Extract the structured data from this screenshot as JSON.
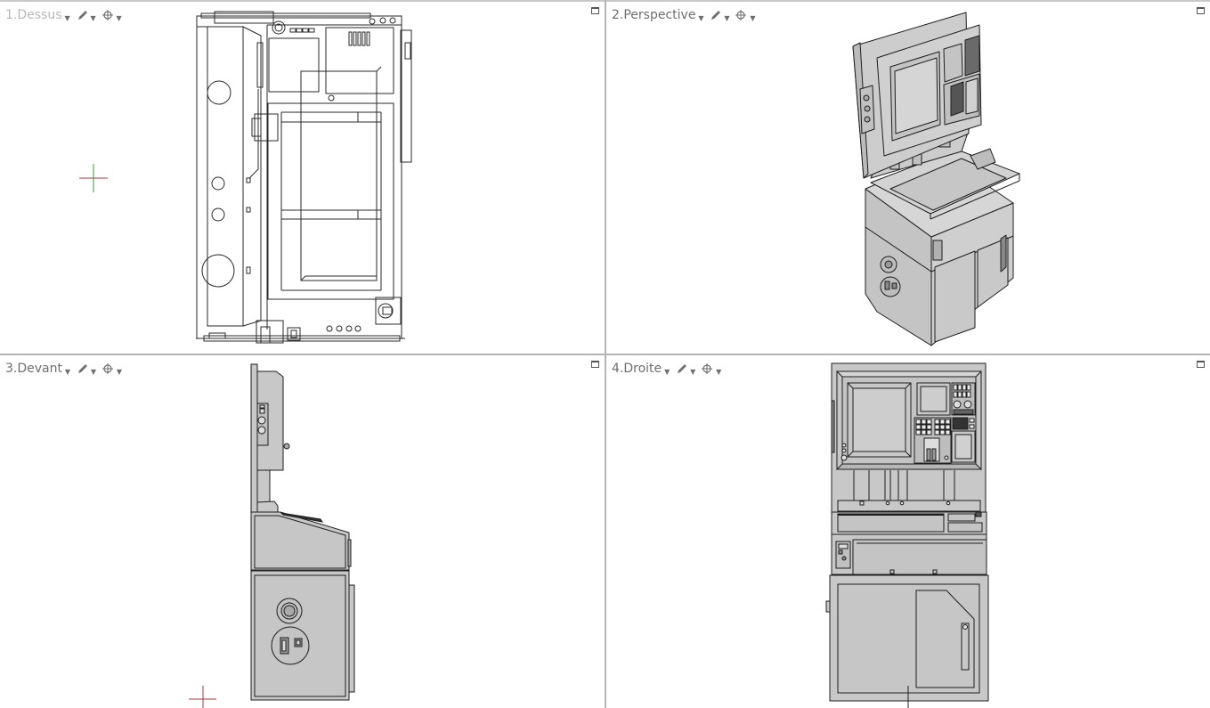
{
  "app": "Rhino-style 4-viewport CAD layout",
  "viewports": [
    {
      "id": "top",
      "title": "1.Dessus",
      "active": false,
      "display_mode_icon": "pencil-icon",
      "camera_icon": "crosshair-target-icon",
      "maximize_icon": "maximize-icon"
    },
    {
      "id": "perspective",
      "title": "2.Perspective",
      "active": true,
      "display_mode_icon": "pencil-icon",
      "camera_icon": "crosshair-target-icon",
      "maximize_icon": "maximize-icon"
    },
    {
      "id": "front",
      "title": "3.Devant",
      "active": true,
      "display_mode_icon": "pencil-icon",
      "camera_icon": "crosshair-target-icon",
      "maximize_icon": "maximize-icon"
    },
    {
      "id": "right",
      "title": "4.Droite",
      "active": true,
      "display_mode_icon": "pencil-icon",
      "camera_icon": "crosshair-target-icon",
      "maximize_icon": "maximize-icon"
    }
  ],
  "colors": {
    "background": "#ffffff",
    "divider": "#b4b4b4",
    "label_text": "#6e6e6e",
    "label_inactive": "#b8b8b8",
    "model_fill": "#c8c8c8",
    "model_line": "#1e1e1e",
    "axis_x": "#c83232",
    "axis_y": "#32a032"
  },
  "model": {
    "description": "CNC machine control console / operator cabinet"
  }
}
